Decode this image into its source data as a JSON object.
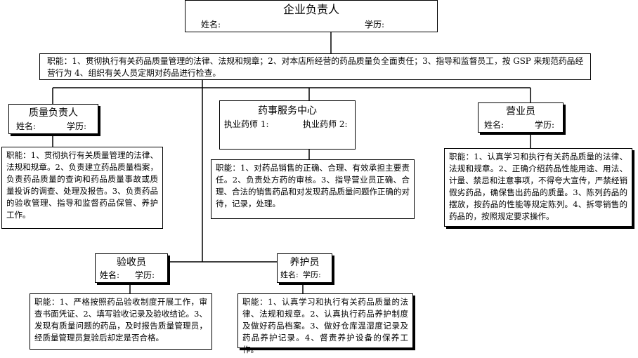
{
  "top": {
    "title": "企业负责人",
    "name_label": "姓名:",
    "edu_label": "学历:",
    "duty": "职能：1、贯彻执行有关药品质量管理的法律、法规和规章；2、对本店所经营的药品质量负全面责任；3、指导和监督员工，按 GSP 来规范药品经营行为 4、组织有关人员定期对药品进行检查。"
  },
  "quality_head": {
    "title": "质量负责人",
    "name_label": "姓名:",
    "edu_label": "学历:",
    "duty": "职能：1、贯彻执行有关质量管理的法律、法规和规章。2、负责建立药品质量档案，负责药品质量的查询和药品质量事故或质量投诉的调查、处理及报告。3、负责药品的验收管理、指导和监督药品保管、养护工作。"
  },
  "pharmacy": {
    "title": "药事服务中心",
    "pharm1_label": "执业药师 1:",
    "pharm2_label": "执业药师 2:",
    "duty": "职能：1、对药品销售的正确、合理、有效承担主要责任。2、负责处方药的审核。3、指导营业员正确、合理、合法的销售药品和对发现药品质量问题作正确的对待，记录，处理。"
  },
  "sales": {
    "title": "营业员",
    "name_label": "姓名:",
    "edu_label": "学历:",
    "duty": "职能：1、认真学习和执行有关药品质量的法律、法规和规章。2、正确介绍药品性能用途、用法、计量、禁忌和注意事项，不得夸大宣传，严禁经销假劣药品，确保售出药品的质量。3、陈列药品的摆放，按药品的性能等规定陈列。4、拆零销售的药品的，按照规定要求操作。"
  },
  "inspector": {
    "title": "验收员",
    "name_label": "姓名:",
    "edu_label": "学历:",
    "duty": "职能：1、严格按照药品验收制度开展工作，审查书面凭证、2、填写验收记录及验收结论。3、发现有质量问题的药品，及时报告质量管理员，经质量管理员复验后却定是否合格。"
  },
  "maintainer": {
    "title": "养护员",
    "name_label": "姓名:",
    "edu_label": "学历:",
    "duty": "职能：1、认真学习和执行有关药品质量的法律、法规和规章。2、认真执行药品养护制度及做好药品档案。3、做好仓库温湿度记录及药品养护记录。4、督责养护设备的保养工作。"
  }
}
